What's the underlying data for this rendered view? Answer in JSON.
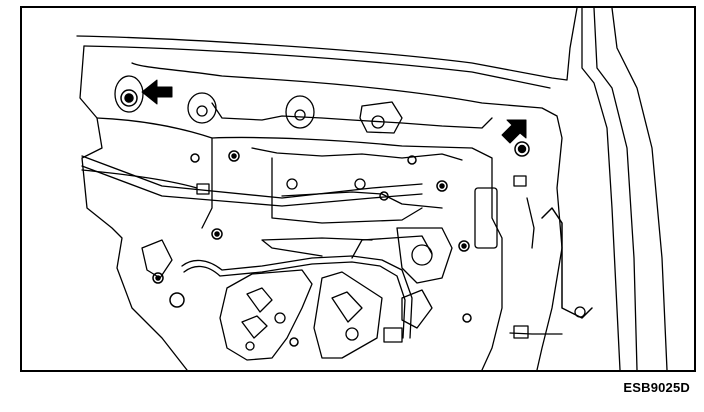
{
  "figure": {
    "code": "ESB9025D"
  },
  "colors": {
    "ink": "#000000",
    "paper": "#ffffff"
  },
  "callouts": [
    {
      "name": "arrow-upper-left-bolt",
      "icon": "arrow-left-icon"
    },
    {
      "name": "arrow-upper-right-bolt",
      "icon": "arrow-down-left-icon"
    }
  ]
}
